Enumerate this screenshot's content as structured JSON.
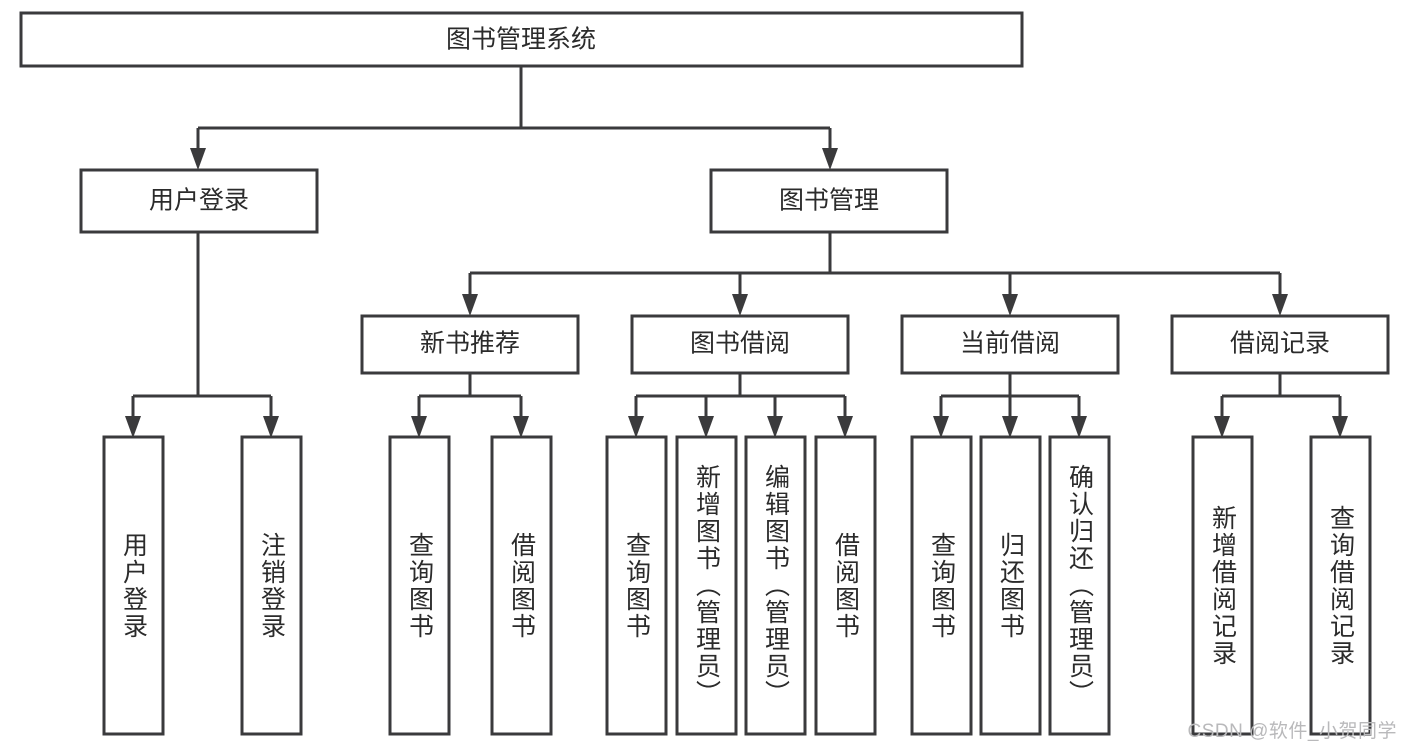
{
  "diagram": {
    "title": "图书管理系统",
    "watermark": "CSDN @软件_小贺同学",
    "colors": {
      "stroke": "#3a3a3c",
      "text": "#2b2b2b",
      "background": "#ffffff",
      "watermark": "#b9b9bb"
    },
    "root": {
      "label": "图书管理系统"
    },
    "level2": [
      {
        "label": "用户登录"
      },
      {
        "label": "图书管理"
      }
    ],
    "level3": [
      {
        "label": "新书推荐"
      },
      {
        "label": "图书借阅"
      },
      {
        "label": "当前借阅"
      },
      {
        "label": "借阅记录"
      }
    ],
    "leaves": {
      "user_login": [
        {
          "label": "用户登录"
        },
        {
          "label": "注销登录"
        }
      ],
      "new_book_recommend": [
        {
          "label": "查询图书"
        },
        {
          "label": "借阅图书"
        }
      ],
      "book_borrow": [
        {
          "label": "查询图书"
        },
        {
          "label": "新增图书（管理员）"
        },
        {
          "label": "编辑图书（管理员）"
        },
        {
          "label": "借阅图书"
        }
      ],
      "current_borrow": [
        {
          "label": "查询图书"
        },
        {
          "label": "归还图书"
        },
        {
          "label": "确认归还（管理员）"
        }
      ],
      "borrow_record": [
        {
          "label": "新增借阅记录"
        },
        {
          "label": "查询借阅记录"
        }
      ]
    }
  }
}
